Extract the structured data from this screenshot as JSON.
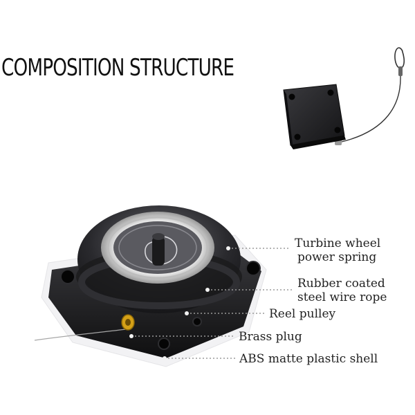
{
  "title": "COMPOSITION STRUCTURE",
  "labels": {
    "turbine": [
      "Turbine wheel",
      "power spring"
    ],
    "rubber": [
      "Rubber coated",
      "steel wire rope"
    ],
    "reel": "Reel pulley",
    "brass": "Brass plug",
    "abs": "ABS matte plastic shell"
  },
  "colors": {
    "device_body": "#1c1c1e",
    "spring_metal": "#c8c8c8",
    "brass": "#d4a017",
    "leader": "#9a9a9a"
  }
}
